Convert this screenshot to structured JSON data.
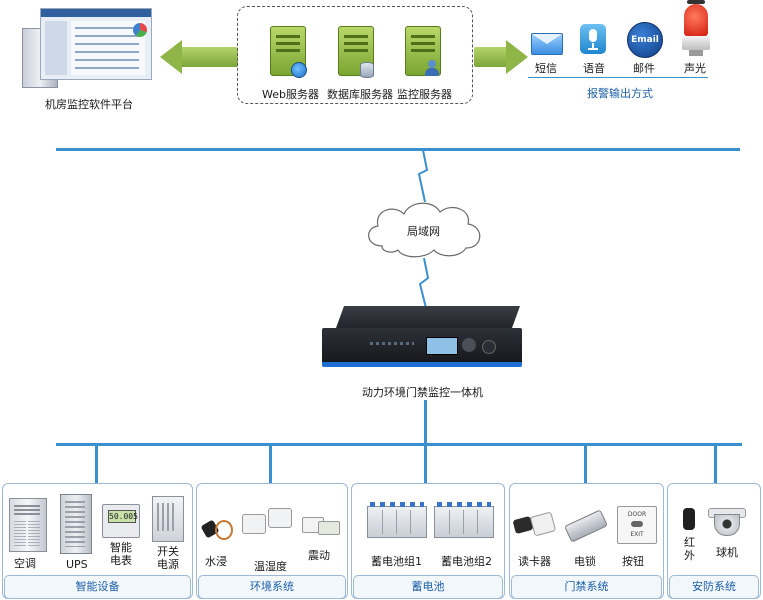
{
  "platform": {
    "label": "机房监控软件平台"
  },
  "servers": [
    {
      "label": "Web服务器"
    },
    {
      "label": "数据库服务器"
    },
    {
      "label": "监控服务器"
    }
  ],
  "alarm": {
    "title": "报警输出方式",
    "items": [
      {
        "label": "短信",
        "icon": "envelope-icon"
      },
      {
        "label": "语音",
        "icon": "microphone-icon"
      },
      {
        "label": "邮件",
        "icon": "email-icon",
        "badge": "Email"
      },
      {
        "label": "声光",
        "icon": "siren-icon"
      }
    ]
  },
  "network": {
    "label": "局域网"
  },
  "device": {
    "label": "动力环境门禁监控一体机"
  },
  "groups": [
    {
      "title": "智能设备",
      "items": [
        {
          "label": "空调"
        },
        {
          "label": "UPS"
        },
        {
          "label": "智能\n电表",
          "display": "50.005"
        },
        {
          "label": "开关\n电源"
        }
      ]
    },
    {
      "title": "环境系统",
      "items": [
        {
          "label": "水浸"
        },
        {
          "label": "温湿度"
        },
        {
          "label": "震动"
        }
      ]
    },
    {
      "title": "蓄电池",
      "items": [
        {
          "label": "蓄电池组1"
        },
        {
          "label": "蓄电池组2"
        }
      ]
    },
    {
      "title": "门禁系统",
      "items": [
        {
          "label": "读卡器"
        },
        {
          "label": "电锁"
        },
        {
          "label": "按钮",
          "sign_top": "DOOR",
          "sign_bottom": "EXIT"
        }
      ]
    },
    {
      "title": "安防系统",
      "items": [
        {
          "label": "红\n外"
        },
        {
          "label": "球机"
        }
      ]
    }
  ],
  "colors": {
    "line": "#3a8fcf",
    "server": "#8bb53f",
    "label_blue": "#1d5fa8"
  }
}
